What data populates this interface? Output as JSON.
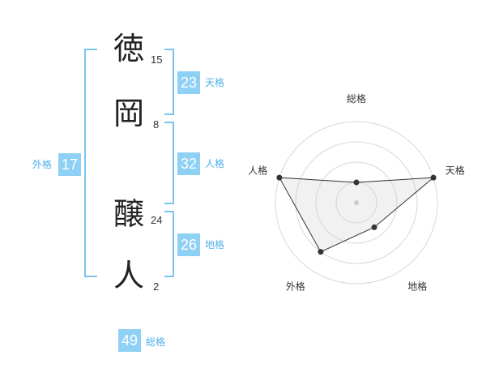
{
  "name_chars": [
    {
      "char": "徳",
      "strokes": "15"
    },
    {
      "char": "岡",
      "strokes": "8"
    },
    {
      "char": "醸",
      "strokes": "24"
    },
    {
      "char": "人",
      "strokes": "2"
    }
  ],
  "fortunes": {
    "tenkaku": {
      "label": "天格",
      "value": "23"
    },
    "jinkaku": {
      "label": "人格",
      "value": "32"
    },
    "chikaku": {
      "label": "地格",
      "value": "26"
    },
    "gaikaku": {
      "label": "外格",
      "value": "17"
    },
    "soukaku": {
      "label": "総格",
      "value": "49"
    }
  },
  "radar": {
    "axes": [
      "総格",
      "天格",
      "地格",
      "外格",
      "人格"
    ],
    "values": [
      1.0,
      4.0,
      1.5,
      3.0,
      4.0
    ],
    "max": 4,
    "rings": 4
  }
}
